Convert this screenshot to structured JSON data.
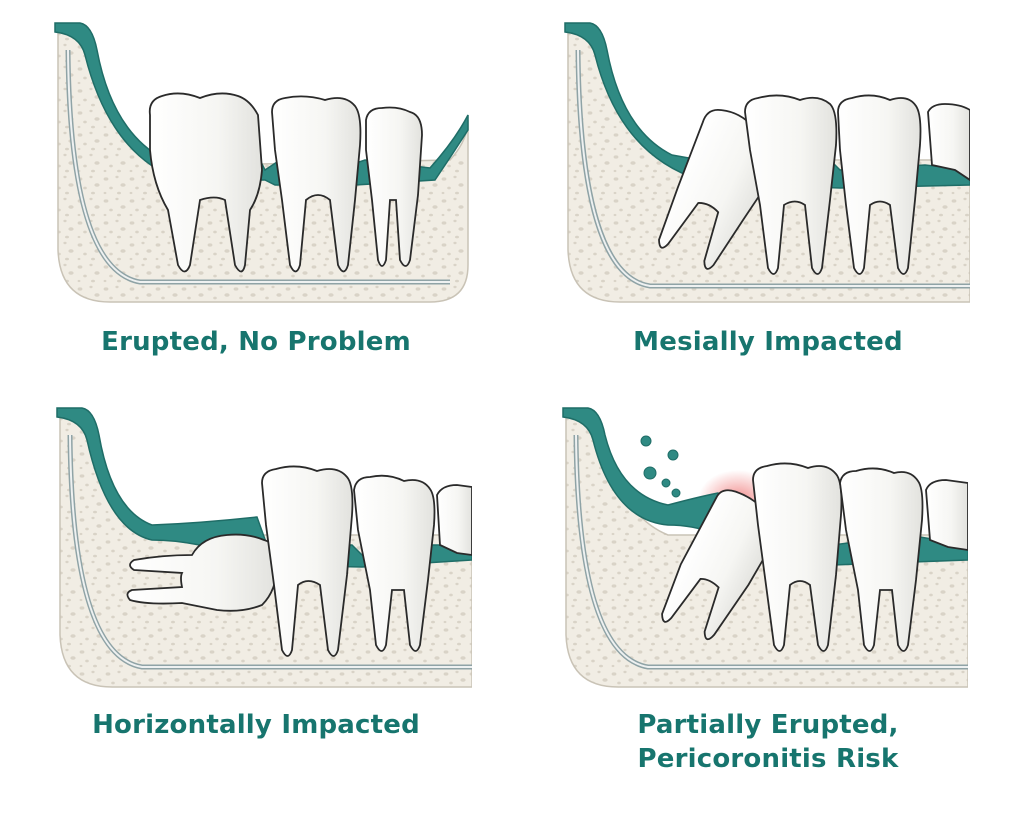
{
  "panels": [
    {
      "id": "erupted",
      "caption_lines": [
        "Erupted, No Problem"
      ]
    },
    {
      "id": "mesial",
      "caption_lines": [
        "Mesially Impacted"
      ]
    },
    {
      "id": "horizontal",
      "caption_lines": [
        "Horizontally Impacted"
      ]
    },
    {
      "id": "partial",
      "caption_lines": [
        "Partially Erupted,",
        "Pericoronitis Risk"
      ]
    }
  ],
  "colors": {
    "gum": "#2f8a83",
    "gum_dark": "#1f6d67",
    "bone": "#f1ede4",
    "bone_speckle": "#d9d3c7",
    "tooth": "#fbfbf9",
    "tooth_shade": "#e3e3df",
    "outline": "#2a2a2a",
    "nerve": "#8fa3a6",
    "inflammation": "#f08080",
    "caption": "#17756e"
  }
}
